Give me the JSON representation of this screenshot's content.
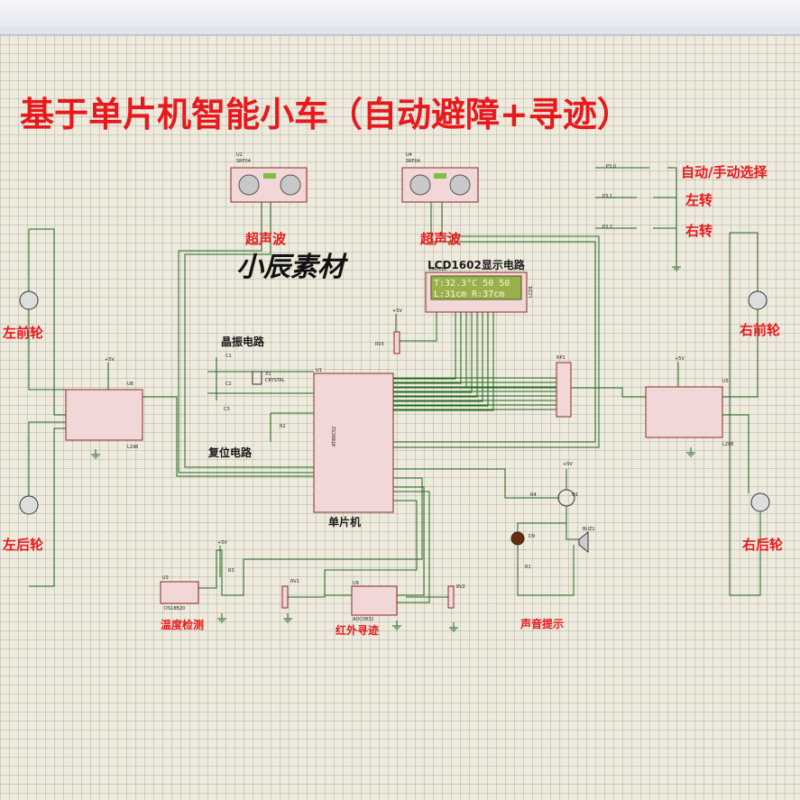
{
  "title": "基于单片机智能小车（自动避障+寻迹）",
  "watermark": "小辰素材",
  "labels": {
    "ultrasonic_left": "超声波",
    "ultrasonic_right": "超声波",
    "lcd_circuit": "LCD1602显示电路",
    "crystal": "晶振电路",
    "reset": "复位电路",
    "mcu": "单片机",
    "temp": "温度检测",
    "ir_track": "红外寻迹",
    "sound": "声音提示",
    "left_front": "左前轮",
    "left_rear": "左后轮",
    "right_front": "右前轮",
    "right_rear": "右后轮",
    "auto_manual": "自动/手动选择",
    "turn_left": "左转",
    "turn_right": "右转"
  },
  "parts": {
    "u2": "U2",
    "u4": "U4",
    "srf04": "SRF04",
    "u8": "U8",
    "u5": "U5",
    "l298": "L298",
    "u1": "U1",
    "at89c52": "AT89C52",
    "lcd1": "LCD1",
    "lm016l": "LM016L",
    "rv3": "RV3",
    "rv1": "RV1",
    "rv2": "RV2",
    "rp1": "RP1",
    "x1": "X1",
    "crystal": "CRYSTAL",
    "c1": "C1",
    "c2": "C2",
    "c3": "C3",
    "r1": "R1",
    "r2": "R2",
    "r3": "R3",
    "r4": "R4",
    "q1": "Q1",
    "d9": "D9",
    "buz1": "BUZ1",
    "u3": "U3",
    "ds18b20": "DS18B20",
    "u9": "U9",
    "adc0832": "ADC0832",
    "p3_0": "P3.0",
    "p3_1": "P3.1",
    "p3_2": "P3.2",
    "plus5v": "+5V"
  },
  "lcd": {
    "line1": "T:32.3°C  50  50",
    "line2": "L:31cm  R:37cm"
  },
  "colors": {
    "label_red": "#e8191c",
    "wire": "#1f6b1f",
    "chip": "#f1d7d7",
    "lcd": "#9ab04c",
    "grid": "#eeeadc"
  }
}
